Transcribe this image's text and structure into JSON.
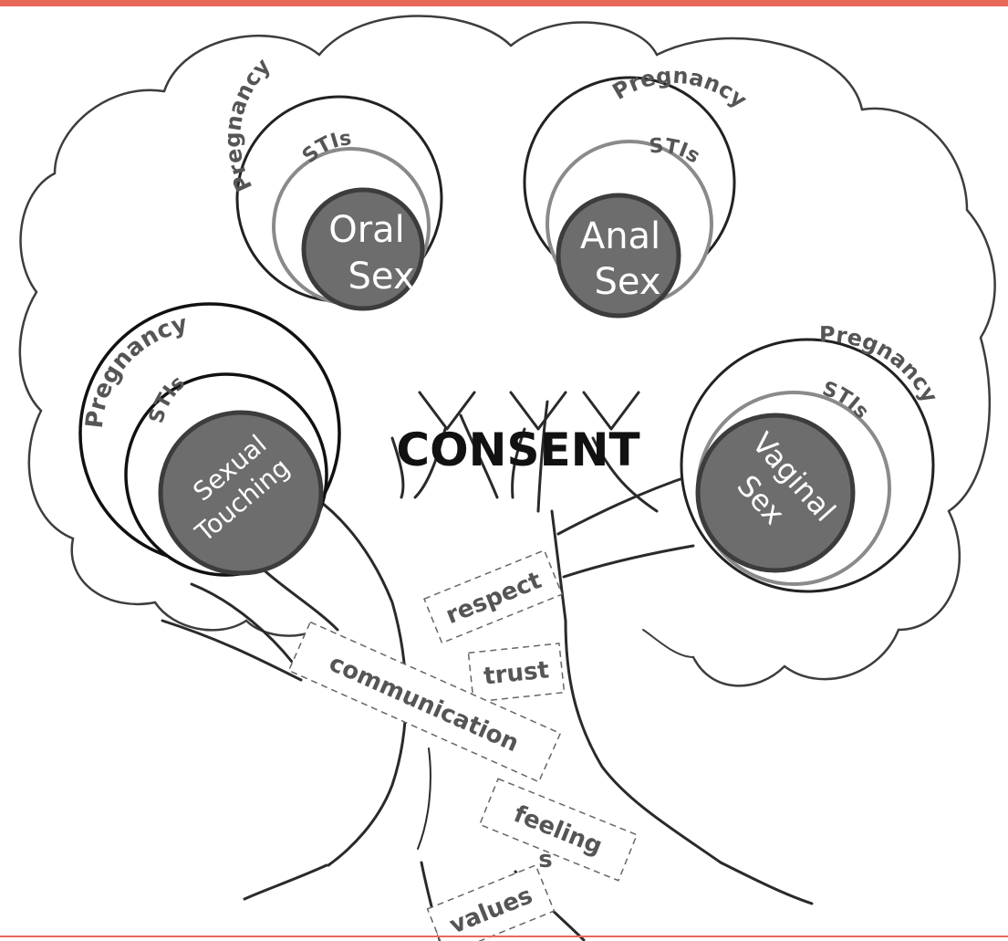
{
  "concept": "CONSENT",
  "ring_labels": {
    "outer": "Pregnancy",
    "inner": "STIs"
  },
  "activities": [
    {
      "id": "oral",
      "line1": "Oral",
      "line2": "Sex"
    },
    {
      "id": "anal",
      "line1": "Anal",
      "line2": "Sex"
    },
    {
      "id": "touching",
      "line1": "Sexual",
      "line2": "Touching"
    },
    {
      "id": "vaginal",
      "line1": "Vaginal",
      "line2": "Sex"
    }
  ],
  "trunk_tags": [
    {
      "id": "respect",
      "text": "respect"
    },
    {
      "id": "trust",
      "text": "trust"
    },
    {
      "id": "communication",
      "text": "communication"
    },
    {
      "id": "feelings",
      "text": "feeling",
      "overflow": "s"
    },
    {
      "id": "values",
      "text": "values"
    }
  ],
  "colors": {
    "accent_rule": "#e8685a",
    "outer_ring": "#222222",
    "middle_ring": "#8a8a8a",
    "core_fill": "#6d6d6d",
    "core_stroke": "#3c3c3c",
    "label_gray": "#555555"
  }
}
